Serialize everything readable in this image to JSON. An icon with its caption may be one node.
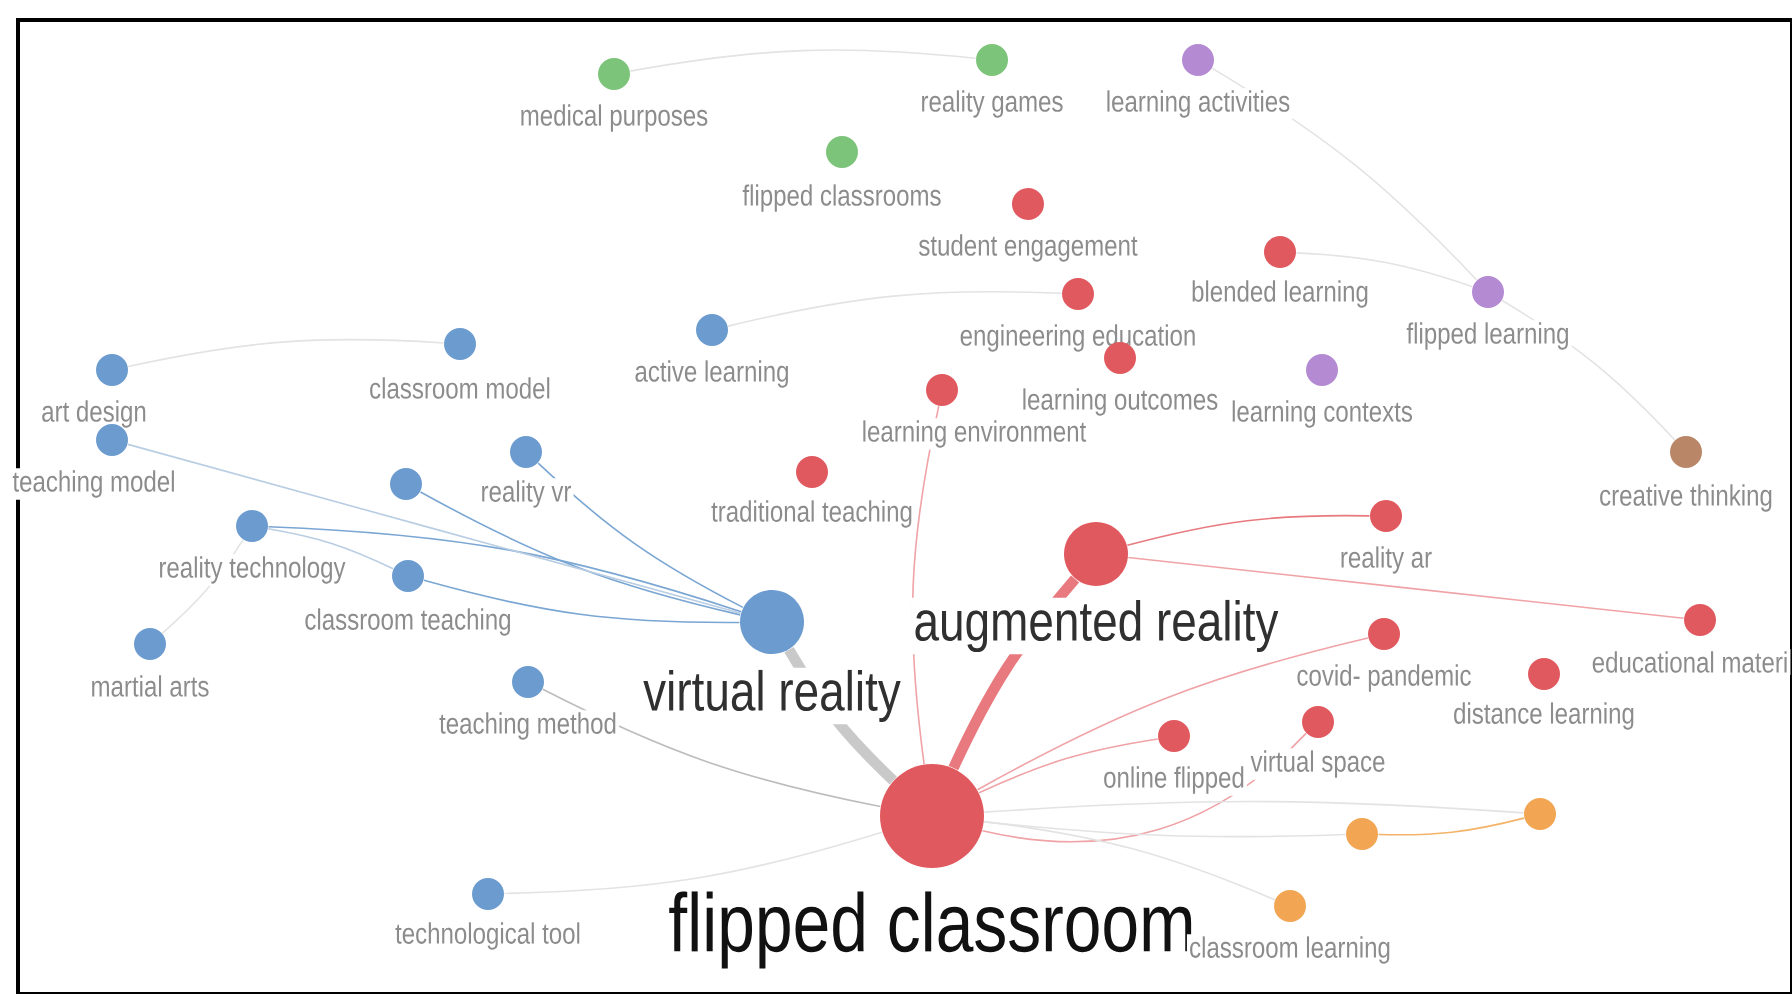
{
  "diagram": {
    "nodes": [
      {
        "text": [
          "medical purposes"
        ]
      },
      {
        "text": [
          "reality games"
        ]
      },
      {
        "text": [
          "learning activities"
        ]
      },
      {
        "text": [
          "flipped classrooms"
        ]
      },
      {
        "text": [
          "student engagement"
        ]
      },
      {
        "text": [
          "blended learning"
        ]
      },
      {
        "text": [
          "engineering education"
        ]
      },
      {
        "text": [
          "flipped learning"
        ]
      },
      {
        "text": [
          "active learning"
        ]
      },
      {
        "text": [
          "classroom model"
        ]
      },
      {
        "text": [
          "learning outcomes"
        ]
      },
      {
        "text": [
          "learning contexts"
        ]
      },
      {
        "text": [
          "art design"
        ]
      },
      {
        "text": [
          "learning environment"
        ]
      },
      {
        "text": [
          "teaching model"
        ]
      },
      {
        "text": [
          "reality vr"
        ]
      },
      {
        "text": [
          "traditional teaching"
        ]
      },
      {
        "text": [
          "creative thinking"
        ]
      },
      {
        "text": [],
        "shape": "circle"
      },
      {
        "text": [
          "reality ar"
        ]
      },
      {
        "text": [
          "reality technology"
        ]
      },
      {
        "text": [
          "augmented reality"
        ]
      },
      {
        "text": [
          "classroom teaching"
        ]
      },
      {
        "text": [
          "virtual reality"
        ]
      },
      {
        "text": [
          "martial arts"
        ]
      },
      {
        "text": [
          "covid- pandemic"
        ]
      },
      {
        "text": [
          "educational materi"
        ]
      },
      {
        "text": [
          "distance learning"
        ]
      },
      {
        "text": [
          "teaching method"
        ]
      },
      {
        "text": [
          "virtual space"
        ]
      },
      {
        "text": [
          "online flipped"
        ]
      },
      {
        "text": [
          "flipped classroom"
        ]
      },
      {
        "text": [],
        "shape": "circle"
      },
      {
        "text": [],
        "shape": "circle"
      },
      {
        "text": [
          "technological tool"
        ]
      },
      {
        "text": [
          "classroom learning"
        ]
      }
    ],
    "edges": [
      {
        "from": 31,
        "to": 21,
        "arrow": "none",
        "style": "thick",
        "color": "#e87a7f"
      },
      {
        "from": 31,
        "to": 23,
        "arrow": "none",
        "style": "thick",
        "color": "#c9c9c9"
      },
      {
        "from": 23,
        "to": 20,
        "arrow": "none",
        "color": "#7aa6d3"
      },
      {
        "from": 23,
        "to": 22,
        "arrow": "none",
        "color": "#7aa6d3"
      },
      {
        "from": 23,
        "to": 15,
        "arrow": "none",
        "color": "#7aa6d3"
      },
      {
        "from": 23,
        "to": 18,
        "arrow": "none",
        "color": "#7aa6d3"
      },
      {
        "from": 23,
        "to": 14,
        "arrow": "none",
        "color": "#b9cde3"
      },
      {
        "from": 20,
        "to": 22,
        "arrow": "none",
        "color": "#b9cde3"
      },
      {
        "from": 20,
        "to": 24,
        "arrow": "none"
      },
      {
        "from": 31,
        "to": 28,
        "arrow": "none",
        "color": "#bdbdbd"
      },
      {
        "from": 31,
        "to": 34,
        "arrow": "none"
      },
      {
        "from": 31,
        "to": 30,
        "arrow": "none",
        "color": "#f0a3a6"
      },
      {
        "from": 31,
        "to": 29,
        "arrow": "none",
        "color": "#f0a3a6"
      },
      {
        "from": 31,
        "to": 25,
        "arrow": "none",
        "color": "#f0a3a6"
      },
      {
        "from": 31,
        "to": 32,
        "arrow": "none"
      },
      {
        "from": 31,
        "to": 33,
        "arrow": "none"
      },
      {
        "from": 31,
        "to": 35,
        "arrow": "none"
      },
      {
        "from": 31,
        "to": 13,
        "arrow": "none",
        "color": "#f0a3a6"
      },
      {
        "from": 21,
        "to": 19,
        "arrow": "none",
        "color": "#e87a7f"
      },
      {
        "from": 21,
        "to": 26,
        "arrow": "none",
        "color": "#f0a3a6"
      },
      {
        "from": 32,
        "to": 33,
        "arrow": "none",
        "color": "#f3b46a"
      },
      {
        "from": 5,
        "to": 7,
        "arrow": "none"
      },
      {
        "from": 2,
        "to": 7,
        "arrow": "none"
      },
      {
        "from": 0,
        "to": 1,
        "arrow": "none"
      },
      {
        "from": 12,
        "to": 9,
        "arrow": "none"
      },
      {
        "from": 8,
        "to": 6,
        "arrow": "none"
      },
      {
        "from": 7,
        "to": 17,
        "arrow": "none"
      }
    ]
  }
}
